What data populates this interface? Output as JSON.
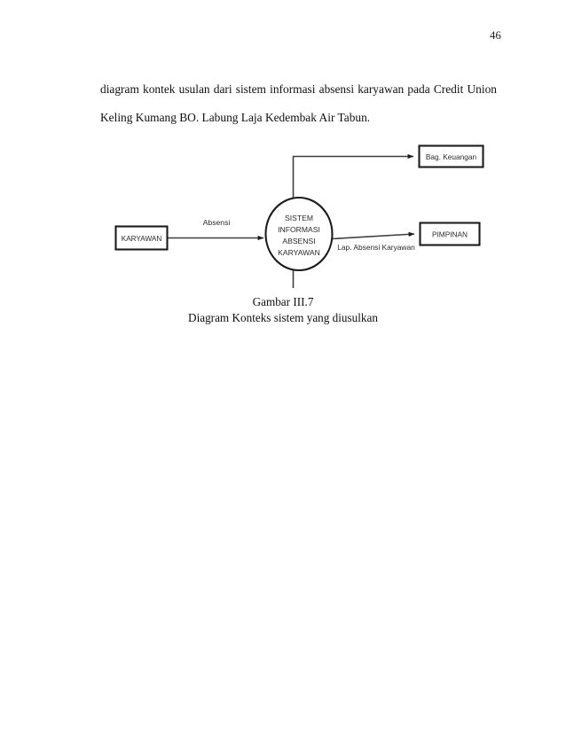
{
  "page": {
    "number": "46"
  },
  "body": {
    "line1_words": [
      "diagram",
      "kontek",
      "usulan",
      "dari",
      "sistem",
      "informasi",
      "absensi",
      "karyawan",
      "pada",
      "Credit",
      "Union"
    ],
    "line2": "Keling Kumang BO. Labung Laja Kedembak Air Tabun."
  },
  "figure": {
    "external_entities": [
      {
        "id": "karyawan",
        "label": "KARYAWAN"
      },
      {
        "id": "bag-keuangan",
        "label": "Bag. Keuangan"
      },
      {
        "id": "pimpinan",
        "label": "PIMPINAN"
      }
    ],
    "process": {
      "id": "sistem-informasi-absensi-karyawan",
      "lines": [
        "SISTEM",
        "INFORMASI",
        "ABSENSI",
        "KARYAWAN"
      ]
    },
    "data_flows": [
      {
        "id": "flow-absensi",
        "label": "Absensi",
        "from": "karyawan",
        "to": "sistem-informasi-absensi-karyawan"
      },
      {
        "id": "flow-lap-bag-keuangan",
        "label": "",
        "from": "sistem-informasi-absensi-karyawan",
        "to": "bag-keuangan"
      },
      {
        "id": "flow-lap-absensi-karyawan",
        "label": "Lap. Absensi Karyawan",
        "from": "sistem-informasi-absensi-karyawan",
        "to": "pimpinan"
      }
    ],
    "colors": {
      "stroke": "#1b1b1b",
      "line": "#3f3f3f",
      "text": "#2b2b2b",
      "background": "#ffffff"
    }
  },
  "caption": {
    "figure_number": "Gambar III.7",
    "title": "Diagram Konteks sistem yang diusulkan"
  }
}
